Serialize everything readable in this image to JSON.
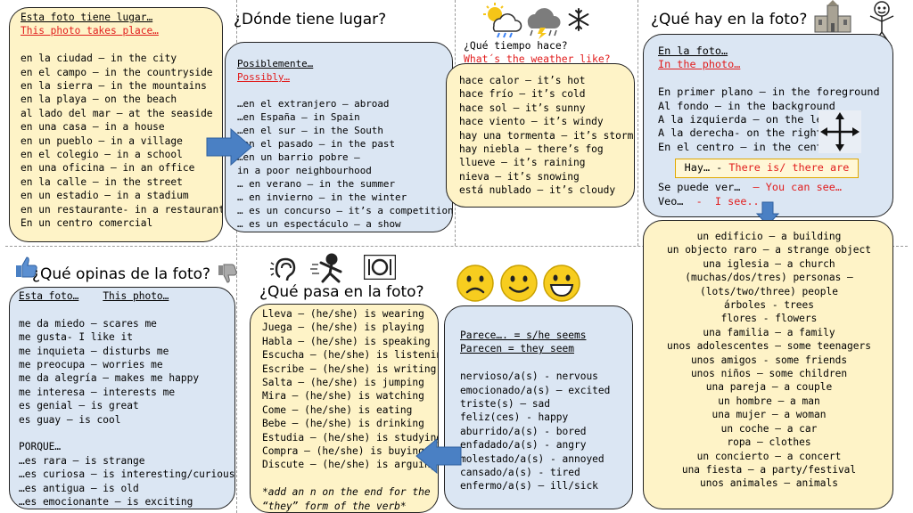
{
  "donde": {
    "heading": "¿Dónde tiene lugar?",
    "box1": {
      "title_es": "Esta foto tiene lugar…",
      "title_en": "This photo takes place…",
      "items": [
        "en la ciudad – in the city",
        "en el campo – in the countryside",
        "en la sierra – in the mountains",
        "en la playa – on the beach",
        "al lado del mar – at the seaside",
        "en una casa – in a house",
        "en un pueblo – in a village",
        "en el colegio – in a school",
        "en una oficina – in an office",
        "en la calle – in the street",
        "en un estadio – in a stadium",
        "en un restaurante- in a restaurant",
        "En un centro comercial"
      ]
    },
    "box2": {
      "title_es": "Posiblemente…",
      "title_en": "Possibly…",
      "items": [
        "…en el  extranjero – abroad",
        "…en España – in Spain",
        "…en el sur – in the South",
        "…en el pasado – in the past",
        "…en un barrio pobre –",
        "in a poor neighbourhood",
        "… en verano – in the summer",
        "… en invierno – in the winter",
        "… es un concurso – it’s a competition",
        "… es un espectáculo – a show"
      ]
    }
  },
  "tiempo": {
    "question_es": "¿Qué tiempo hace?",
    "question_en": "What´s the weather like?",
    "items": [
      "hace calor – it’s hot",
      "hace frío – it’s cold",
      "hace sol – it’s sunny",
      "hace viento – it’s windy",
      "hay una tormenta – it’s stormy",
      "hay niebla – there’s fog",
      "llueve – it’s raining",
      "nieva – it’s snowing",
      "está nublado – it’s cloudy"
    ],
    "icons": [
      "sun-cloud-rain-icon",
      "storm-cloud-icon",
      "snowflake-icon"
    ]
  },
  "hay": {
    "heading": "¿Qué hay en la foto?",
    "box": {
      "title_es": "En la foto…",
      "title_en": "In the photo…",
      "items": [
        "En primer plano – in the foreground",
        "Al fondo – in the background",
        "A la izquierda – on the left",
        "A la derecha- on the right",
        "En el centro – in the centre"
      ],
      "hay_es": "Hay… - ",
      "hay_en": "There is/ there are",
      "puede_es": "Se puede ver…  ",
      "puede_en": "– You can see…",
      "veo_es": "Veo…  ",
      "veo_en": "-  I see..."
    },
    "objects": [
      "un edificio – a building",
      "un objecto raro – a strange object",
      "una iglesia – a church",
      "(muchas/dos/tres) personas –",
      "(lots/two/three) people",
      "árboles - trees",
      "flores - flowers",
      "una familia – a family",
      "unos adolescentes – some teenagers",
      "unos amigos - some friends",
      "unos niños – some children",
      "una pareja – a couple",
      "un hombre – a man",
      "una mujer – a woman",
      "un coche – a car",
      "ropa – clothes",
      "un concierto – a concert",
      "una fiesta – a party/festival",
      "unos animales – animals"
    ]
  },
  "opinas": {
    "heading": "¿Qué opinas de la foto?",
    "sub_es": "Esta foto…",
    "sub_en": "This photo…",
    "items": [
      "me da miedo – scares me",
      "me gusta- I like it",
      "me inquieta – disturbs me",
      "me preocupa – worries me",
      "me da alegría – makes me happy",
      "me interesa – interests me",
      "es genial – is great",
      "es guay – is cool"
    ],
    "porque": "PORQUE…",
    "porque_items": [
      "…es rara – is strange",
      "…es curiosa – is interesting/curious",
      "…es antigua – is old",
      "…es emocionante – is exciting"
    ]
  },
  "pasa": {
    "heading": "¿Qué pasa en la foto?",
    "items": [
      "Lleva – (he/she) is wearing",
      "Juega – (he/she) is playing",
      "Habla – (he/she) is speaking",
      "Escucha – (he/she) is listening",
      "Escribe – (he/she) is writing",
      "Salta – (he/she) is jumping",
      "Mira – (he/she) is watching",
      "Come – (he/she) is eating",
      "Bebe – (he/she) is drinking",
      "Estudia – (he/she) is studying",
      "Compra – (he/she) is buying",
      "Discute – (he/she) is arguing"
    ],
    "note_1": "*add an n on the end for the",
    "note_2": "“they” form of the verb*"
  },
  "parece": {
    "line1": "Parece…. = s/he seems",
    "line2": "Parecen = they seem",
    "items": [
      "nervioso/a(s) - nervous",
      "emocionado/a(s) – excited",
      "triste(s) – sad",
      "feliz(ces) - happy",
      "aburrido/a(s) - bored",
      "enfadado/a(s) - angry",
      "molestado/a(s) - annoyed",
      "cansado/a(s) - tired",
      "enfermo/a(s) – ill/sick"
    ]
  },
  "colors": {
    "yellow_box": "#fef3c7",
    "blue_box": "#dbe6f3",
    "arrow": "#4a80c4",
    "red_text": "#e11d1d",
    "emoji": "#f7cd1f"
  }
}
